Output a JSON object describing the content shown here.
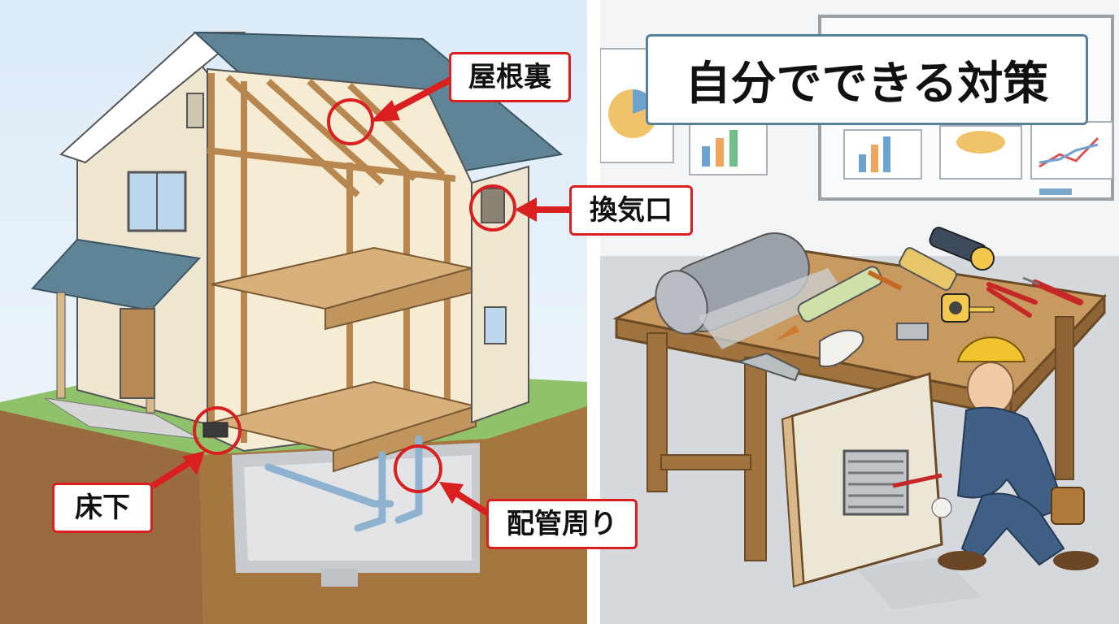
{
  "left_scene": {
    "callouts": [
      {
        "id": "attic",
        "label": "屋根裏"
      },
      {
        "id": "vent",
        "label": "換気口"
      },
      {
        "id": "underfloor",
        "label": "床下"
      },
      {
        "id": "piping",
        "label": "配管周り"
      }
    ],
    "accent_color": "#d91f1f"
  },
  "right_scene": {
    "title": "自分でできる対策",
    "tools_icons": [
      "wire-mesh-roll-icon",
      "caulk-gun-icon",
      "flashlight-icon",
      "tape-measure-icon",
      "pliers-icon",
      "screwdriver-icon",
      "work-gloves-icon",
      "putty-tube-icon"
    ]
  }
}
